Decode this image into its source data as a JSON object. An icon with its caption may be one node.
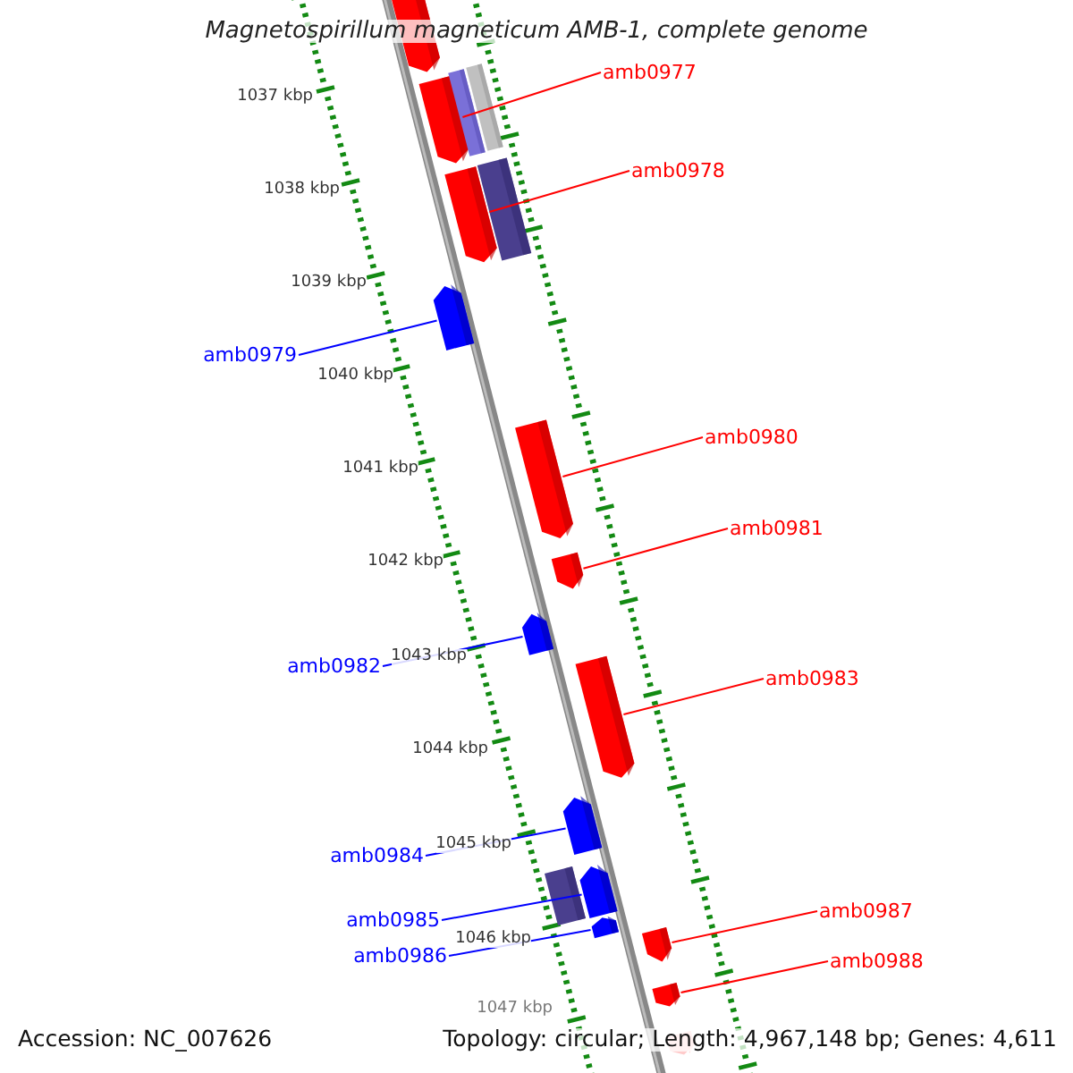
{
  "diagram": {
    "title": "Magnetospirillum magneticum AMB-1, complete genome",
    "nodes": [
      {
        "text": [],
        "shape": "pentagon"
      },
      {
        "text": [
          "amb0977"
        ]
      },
      {
        "text": [],
        "shape": "pentagon"
      },
      {
        "text": [],
        "shape": "box"
      },
      {
        "text": [],
        "shape": "box"
      },
      {
        "text": [
          "amb0978"
        ]
      },
      {
        "text": [],
        "shape": "pentagon"
      },
      {
        "text": [],
        "shape": "box"
      },
      {
        "text": [
          "amb0979"
        ]
      },
      {
        "text": [],
        "shape": "pentagon"
      },
      {
        "text": [
          "amb0980"
        ]
      },
      {
        "text": [],
        "shape": "pentagon"
      },
      {
        "text": [
          "amb0981"
        ]
      },
      {
        "text": [],
        "shape": "pentagon"
      },
      {
        "text": [
          "amb0982"
        ]
      },
      {
        "text": [],
        "shape": "pentagon"
      },
      {
        "text": [
          "amb0983"
        ]
      },
      {
        "text": [],
        "shape": "pentagon"
      },
      {
        "text": [
          "amb0984"
        ]
      },
      {
        "text": [],
        "shape": "pentagon"
      },
      {
        "text": [
          "amb0985"
        ]
      },
      {
        "text": [],
        "shape": "box"
      },
      {
        "text": [],
        "shape": "pentagon"
      },
      {
        "text": [
          "amb0986"
        ]
      },
      {
        "text": [],
        "shape": "pentagon"
      },
      {
        "text": [
          "amb0987"
        ]
      },
      {
        "text": [],
        "shape": "pentagon"
      },
      {
        "text": [
          "amb0988"
        ]
      },
      {
        "text": [],
        "shape": "pentagon"
      },
      {
        "text": [],
        "shape": "pentagon"
      }
    ],
    "edges": [
      {
        "from": 1,
        "to": 2,
        "arrow": "none"
      },
      {
        "from": 5,
        "to": 6,
        "arrow": "none"
      },
      {
        "from": 8,
        "to": 9,
        "arrow": "none",
        "color": "#0000ff"
      },
      {
        "from": 10,
        "to": 11,
        "arrow": "none"
      },
      {
        "from": 12,
        "to": 13,
        "arrow": "none"
      },
      {
        "from": 14,
        "to": 15,
        "arrow": "none",
        "color": "#0000ff"
      },
      {
        "from": 16,
        "to": 17,
        "arrow": "none"
      },
      {
        "from": 18,
        "to": 19,
        "arrow": "none",
        "color": "#0000ff"
      },
      {
        "from": 20,
        "to": 22,
        "arrow": "none",
        "color": "#0000ff"
      },
      {
        "from": 23,
        "to": 24,
        "arrow": "none",
        "color": "#0000ff"
      },
      {
        "from": 25,
        "to": 26,
        "arrow": "none"
      },
      {
        "from": 27,
        "to": 28,
        "arrow": "none"
      }
    ],
    "labels": [
      "1037 kbp",
      "1038 kbp",
      "1039 kbp",
      "1040 kbp",
      "1041 kbp",
      "1042 kbp",
      "1043 kbp",
      "1044 kbp",
      "1045 kbp",
      "1046 kbp",
      "1047 kbp",
      "Accession: NC_007626",
      "Topology: circular; Length: 4,967,148 bp; Genes: 4,611"
    ]
  }
}
